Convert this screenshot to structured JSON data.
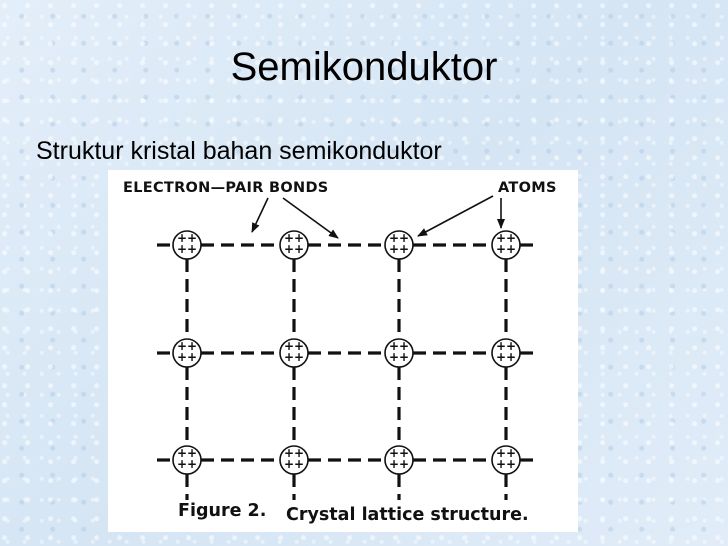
{
  "slide": {
    "title": "Semikonduktor",
    "subtitle": "Struktur kristal bahan semikonduktor"
  },
  "figure": {
    "label_bonds": "ELECTRON—PAIR BONDS",
    "label_atoms": "ATOMS",
    "caption_number": "Figure 2.",
    "caption_text": "Crystal lattice structure.",
    "atom_symbol": "+",
    "grid": {
      "rows": 3,
      "cols": 4
    }
  },
  "colors": {
    "background": "#dce9f6",
    "ink": "#111111",
    "figure_background": "#ffffff"
  }
}
